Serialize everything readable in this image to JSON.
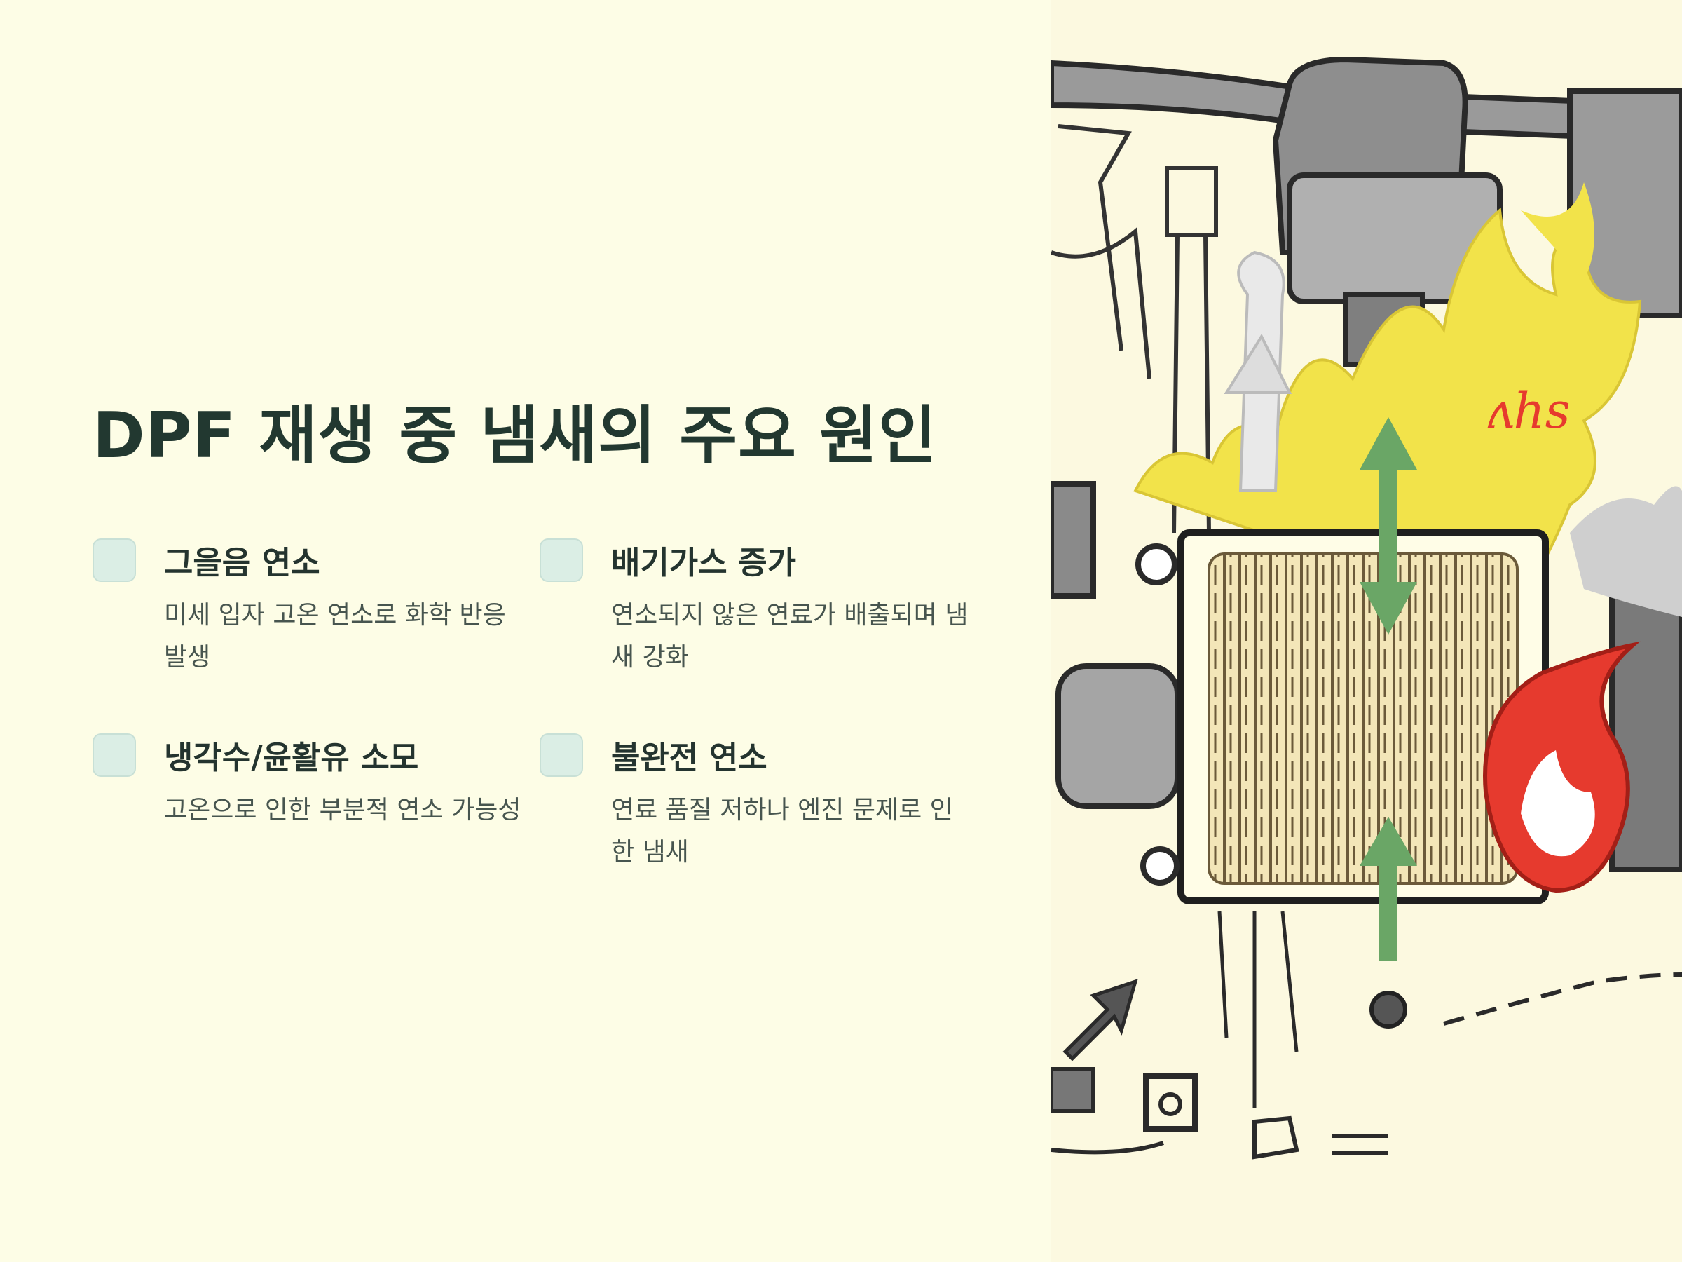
{
  "title": "DPF 재생 중 냄새의 주요 원인",
  "causes": [
    {
      "title": "그을음 연소",
      "desc": "미세 입자 고온 연소로 화학 반응 발생"
    },
    {
      "title": "배기가스 증가",
      "desc": "연소되지 않은 연료가 배출되며 냄새 강화"
    },
    {
      "title": "냉각수/윤활유 소모",
      "desc": "고온으로 인한 부분적 연소 가능성"
    },
    {
      "title": "불완전 연소",
      "desc": "연료 품질 저하나 엔진 문제로 인한 냄새"
    }
  ],
  "illustration": {
    "doodle_text": "ʌhs"
  },
  "colors": {
    "background": "#fdfde6",
    "checkbox": "#dbeee5",
    "title": "#223830",
    "flame": "#f2e34a",
    "arrow": "#6aa666",
    "fire": "#e63a2e"
  }
}
